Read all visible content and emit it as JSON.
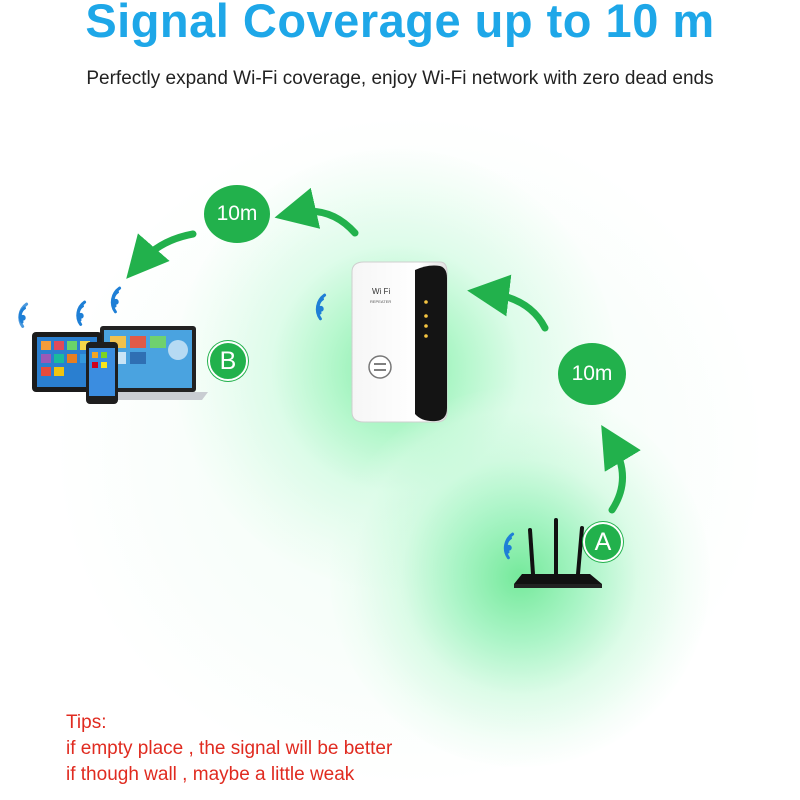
{
  "header": {
    "title": "Signal Coverage up to 10 m",
    "subtitle": "Perfectly expand Wi-Fi coverage, enjoy Wi-Fi network with zero dead ends"
  },
  "diagram": {
    "distance_top": "10m",
    "distance_right": "10m",
    "marker_a": "A",
    "marker_b": "B",
    "repeater_brand": "Wi Fi",
    "repeater_model": "REPEATER"
  },
  "tips": {
    "heading": "Tips:",
    "lines": [
      "if empty place , the signal will be better",
      "if though wall , maybe a little weak"
    ]
  },
  "colors": {
    "title": "#1ea7e8",
    "accent_green": "#22b14c",
    "tips": "#e02b20",
    "wifi_icon": "#1e7fd6"
  },
  "icons": [
    "wifi-icon",
    "arrow-icon",
    "router-icon",
    "repeater-icon",
    "laptop-icon",
    "tablet-icon",
    "phone-icon"
  ]
}
